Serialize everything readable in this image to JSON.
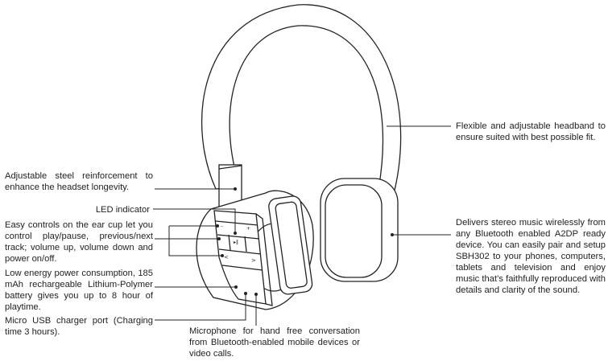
{
  "labels": {
    "steel": "Adjustable steel reinforcement to enhance the headset longevity.",
    "led": "LED indicator",
    "controls": "Easy controls on the ear cup let you control play/pause, previous/next track; volume up, volume down and power on/off.",
    "battery": "Low energy power consumption, 185 mAh rechargeable Lithium-Polymer battery gives you up to 8 hour of playtime.",
    "usb": "Micro USB charger port (Charging time 3 hours).",
    "microphone": "Microphone for hand free conversation from Bluetooth-enabled mobile devices or video calls.",
    "headband": "Flexible and adjustable headband to ensure suited with best possible fit.",
    "stereo": "Delivers stereo music wirelessly from any Bluetooth enabled A2DP ready device. You can easily pair and setup SBH302 to your phones, computers, tablets and television and enjoy music that’s faithfully reproduced with details and clarity of the sound."
  },
  "buttons": {
    "minus": "–",
    "plus": "+",
    "play": "▸‖",
    "prev": "<",
    "next": ">"
  }
}
